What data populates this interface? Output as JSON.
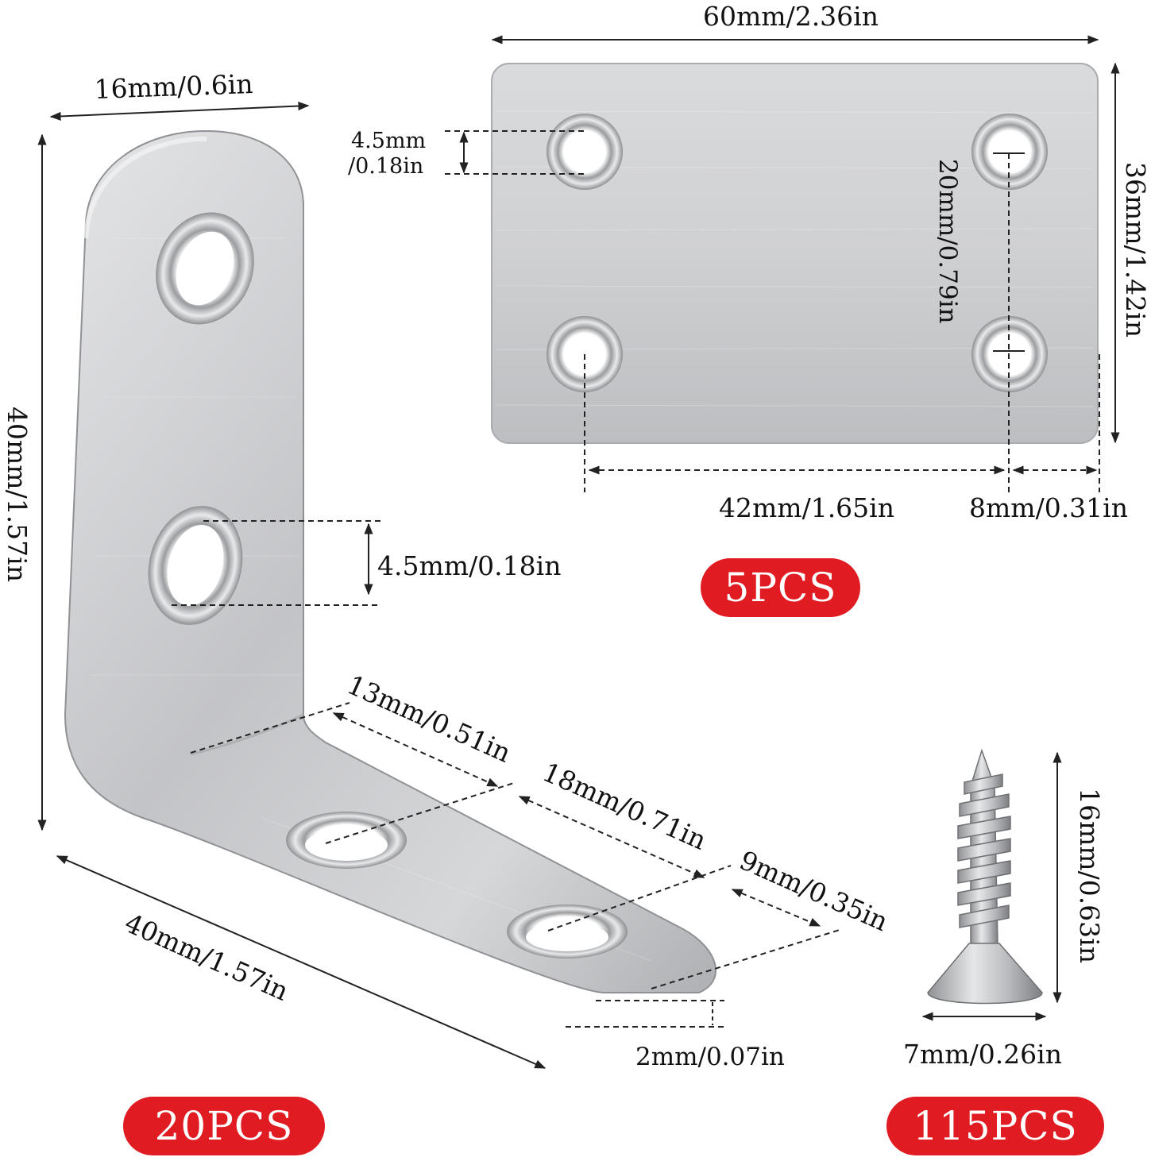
{
  "plate": {
    "width_label": "60mm/2.36in",
    "height_label": "36mm/1.42in",
    "hole_label_line1": "4.5mm",
    "hole_label_line2": "/0.18in",
    "hole_spacing_vertical_label": "20mm/0.79in",
    "hole_spacing_horizontal_label": "42mm/1.65in",
    "edge_offset_label": "8mm/0.31in",
    "quantity": "5PCS"
  },
  "bracket": {
    "width_label": "16mm/0.6in",
    "height_label": "40mm/1.57in",
    "hole_label": "4.5mm/0.18in",
    "length_label": "40mm/1.57in",
    "hole_offset_label": "13mm/0.51in",
    "hole_spacing_label": "18mm/0.71in",
    "end_offset_label": "9mm/0.35in",
    "thickness_label": "2mm/0.07in",
    "quantity": "20PCS"
  },
  "screw": {
    "length_label": "16mm/0.63in",
    "head_label": "7mm/0.26in",
    "quantity": "115PCS"
  },
  "colors": {
    "badge": "#e01b22",
    "metal": "#c9cacc",
    "line": "#222222"
  }
}
